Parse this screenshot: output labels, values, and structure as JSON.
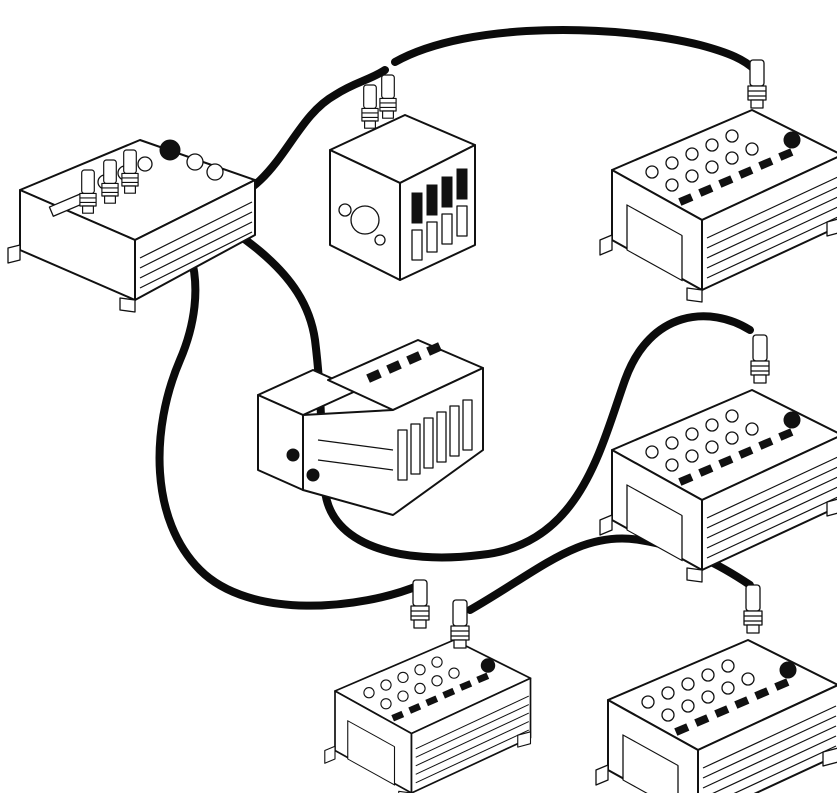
{
  "diagram": {
    "style": "monochrome line drawing",
    "colors": {
      "line": "#111111",
      "background": "#ffffff"
    },
    "nodes": [
      {
        "id": "main-hub",
        "kind": "fieldbus-module"
      },
      {
        "id": "valve-manifold-small",
        "kind": "valve-manifold"
      },
      {
        "id": "valve-manifold-large",
        "kind": "valve-manifold"
      },
      {
        "id": "io-module-a",
        "kind": "io-module"
      },
      {
        "id": "io-module-b",
        "kind": "io-module"
      },
      {
        "id": "io-module-c",
        "kind": "io-module"
      },
      {
        "id": "io-module-d",
        "kind": "io-module"
      }
    ],
    "edges": [
      {
        "from": "main-hub",
        "to": "valve-manifold-small"
      },
      {
        "from": "valve-manifold-small",
        "to": "io-module-a"
      },
      {
        "from": "main-hub",
        "to": "valve-manifold-large"
      },
      {
        "from": "valve-manifold-large",
        "to": "io-module-b"
      },
      {
        "from": "main-hub",
        "to": "io-module-c"
      },
      {
        "from": "io-module-c",
        "to": "io-module-d"
      }
    ]
  }
}
